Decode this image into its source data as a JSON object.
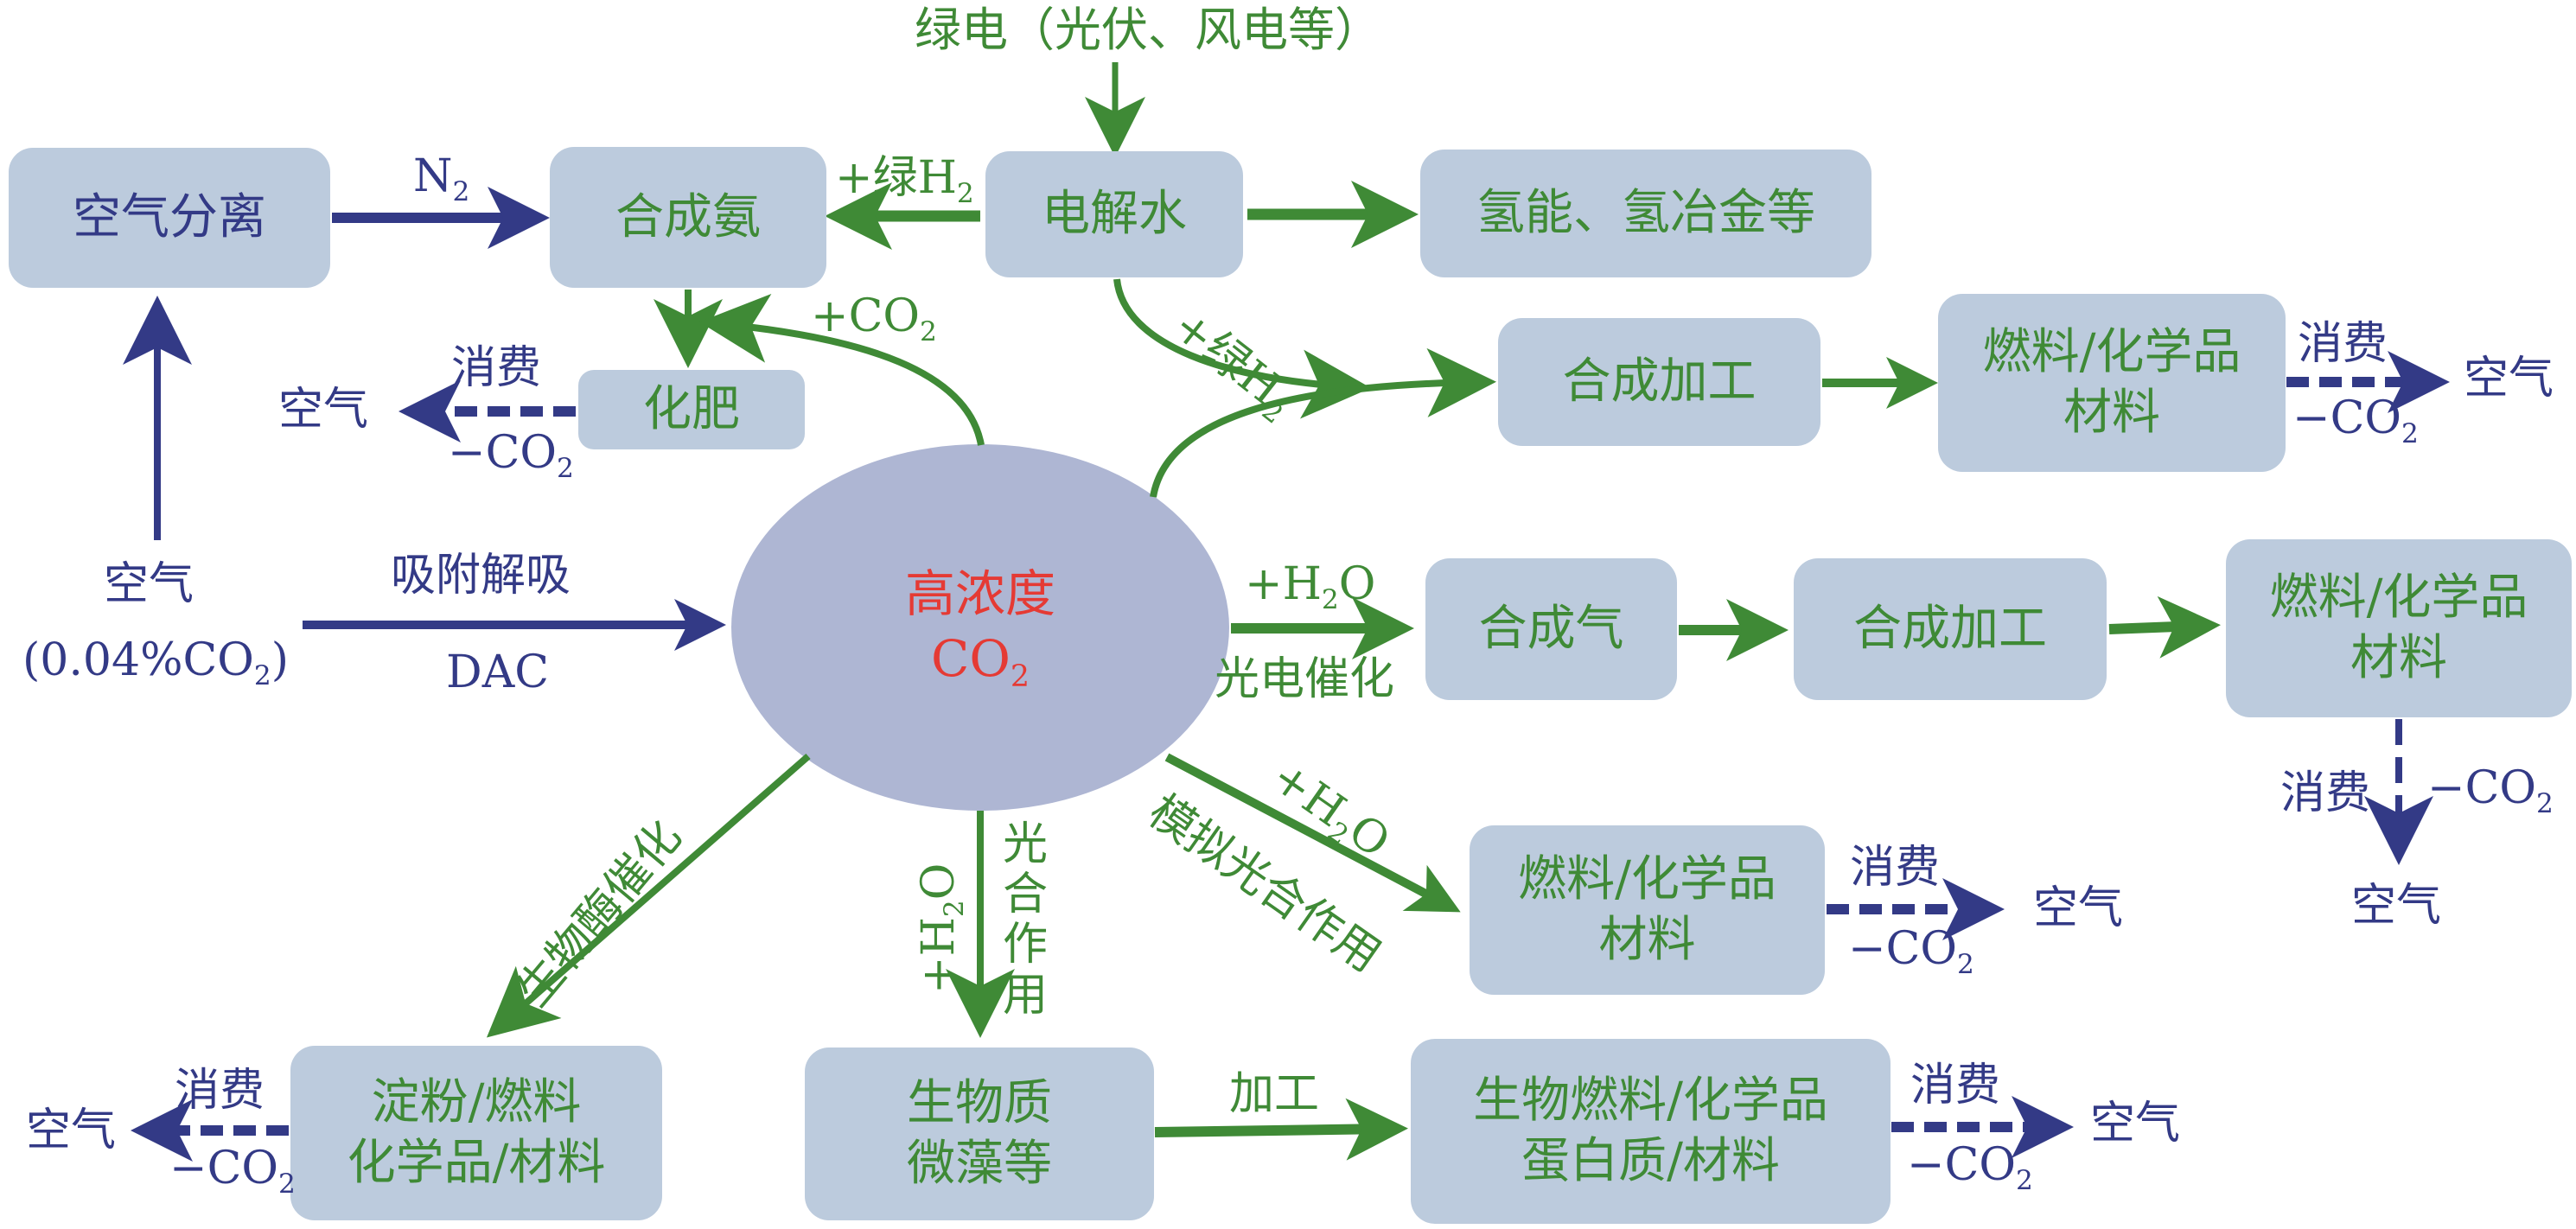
{
  "colors": {
    "box_fill": "#bccbdd",
    "ellipse_fill": "#aeb6d3",
    "green": "#3f8a36",
    "blue": "#333a86",
    "red": "#e53a34"
  },
  "top_source": "绿电（光伏、风电等）",
  "center": {
    "line1": "高浓度",
    "line2_main": "CO",
    "line2_sub": "2"
  },
  "air_source": {
    "line1": "空气",
    "line2_pre": "(0.04%CO",
    "line2_sub": "2",
    "line2_post": ")"
  },
  "dac": {
    "above": "吸附解吸",
    "below": "DAC"
  },
  "boxes": {
    "air_separation": "空气分离",
    "ammonia": "合成氨",
    "electrolysis": "电解水",
    "hydrogen_energy": "氢能、氢冶金等",
    "fertilizer": "化肥",
    "synthesis_top": "合成加工",
    "fuel_top_line1": "燃料/化学品",
    "fuel_top_line2": "材料",
    "syngas": "合成气",
    "synthesis_mid": "合成加工",
    "fuel_mid_line1": "燃料/化学品",
    "fuel_mid_line2": "材料",
    "fuel_sim_line1": "燃料/化学品",
    "fuel_sim_line2": "材料",
    "starch_line1": "淀粉/燃料",
    "starch_line2": "化学品/材料",
    "biomass_line1": "生物质",
    "biomass_line2": "微藻等",
    "biofuel_line1": "生物燃料/化学品",
    "biofuel_line2": "蛋白质/材料"
  },
  "labels": {
    "n2_main": "N",
    "n2_sub": "2",
    "green_h2_prefix": "+绿H",
    "green_h2_sub": "2",
    "plus_co2_main": "+CO",
    "plus_co2_sub": "2",
    "plus_h2o_pre": "+H",
    "plus_h2o_sub": "2",
    "plus_h2o_post": "O",
    "photoelectro": "光电催化",
    "simulated_photo": "模拟光合作用",
    "bio_enzyme": "生物酶催化",
    "photosynthesis": "光合作用",
    "processing": "加工",
    "consume": "消费",
    "minus_co2_main": "−CO",
    "minus_co2_sub": "2",
    "air": "空气"
  }
}
